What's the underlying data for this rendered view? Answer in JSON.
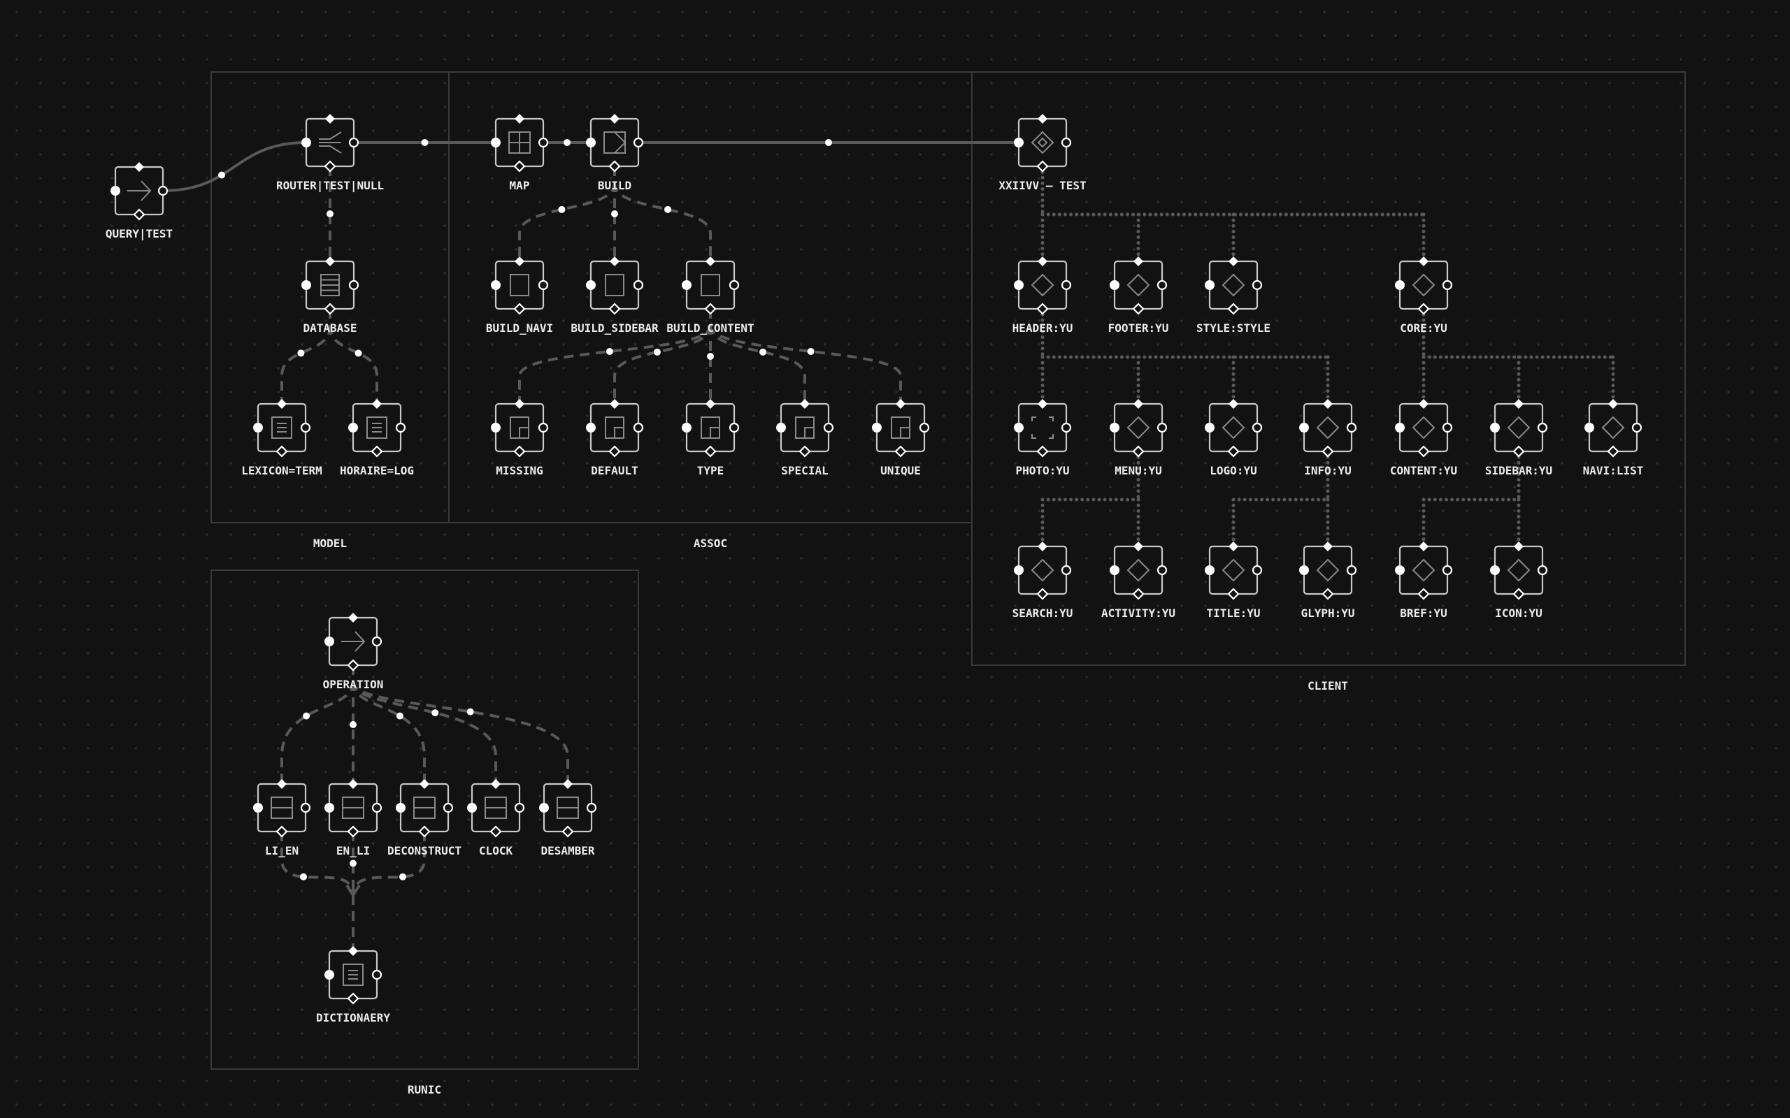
{
  "groups": [
    {
      "id": "model",
      "label": "MODEL"
    },
    {
      "id": "assoc",
      "label": "ASSOC"
    },
    {
      "id": "client",
      "label": "CLIENT"
    },
    {
      "id": "runic",
      "label": "RUNIC"
    }
  ],
  "nodes": [
    {
      "id": "query",
      "label": "QUERY|TEST",
      "icon": "arrow-icon"
    },
    {
      "id": "router",
      "label": "ROUTER|TEST|NULL",
      "icon": "fork-icon"
    },
    {
      "id": "database",
      "label": "DATABASE",
      "icon": "database-icon"
    },
    {
      "id": "lexicon",
      "label": "LEXICON=TERM",
      "icon": "document-icon"
    },
    {
      "id": "horaire",
      "label": "HORAIRE=LOG",
      "icon": "document-icon"
    },
    {
      "id": "map",
      "label": "MAP",
      "icon": "grid-icon"
    },
    {
      "id": "build",
      "label": "BUILD",
      "icon": "build-icon"
    },
    {
      "id": "build_navi",
      "label": "BUILD_NAVI",
      "icon": "square-icon"
    },
    {
      "id": "build_sidebar",
      "label": "BUILD_SIDEBAR",
      "icon": "square-icon"
    },
    {
      "id": "build_content",
      "label": "BUILD_CONTENT",
      "icon": "square-icon"
    },
    {
      "id": "missing",
      "label": "MISSING",
      "icon": "sub-square-icon"
    },
    {
      "id": "default",
      "label": "DEFAULT",
      "icon": "sub-square-icon"
    },
    {
      "id": "type",
      "label": "TYPE",
      "icon": "sub-square-icon"
    },
    {
      "id": "special",
      "label": "SPECIAL",
      "icon": "sub-square-icon"
    },
    {
      "id": "unique",
      "label": "UNIQUE",
      "icon": "sub-square-icon"
    },
    {
      "id": "xxiivv",
      "label": "XXIIVV — TEST",
      "icon": "nested-diamond-icon"
    },
    {
      "id": "header",
      "label": "HEADER:YU",
      "icon": "diamond-icon"
    },
    {
      "id": "footer",
      "label": "FOOTER:YU",
      "icon": "diamond-icon"
    },
    {
      "id": "style",
      "label": "STYLE:STYLE",
      "icon": "diamond-icon"
    },
    {
      "id": "core",
      "label": "CORE:YU",
      "icon": "diamond-icon"
    },
    {
      "id": "photo",
      "label": "PHOTO:YU",
      "icon": "frame-icon"
    },
    {
      "id": "menu",
      "label": "MENU:YU",
      "icon": "diamond-icon"
    },
    {
      "id": "logo",
      "label": "LOGO:YU",
      "icon": "diamond-icon"
    },
    {
      "id": "info",
      "label": "INFO:YU",
      "icon": "diamond-icon"
    },
    {
      "id": "content",
      "label": "CONTENT:YU",
      "icon": "diamond-icon"
    },
    {
      "id": "sidebar",
      "label": "SIDEBAR:YU",
      "icon": "diamond-icon"
    },
    {
      "id": "navi",
      "label": "NAVI:LIST",
      "icon": "diamond-icon"
    },
    {
      "id": "search",
      "label": "SEARCH:YU",
      "icon": "diamond-icon"
    },
    {
      "id": "activity",
      "label": "ACTIVITY:YU",
      "icon": "diamond-icon"
    },
    {
      "id": "title",
      "label": "TITLE:YU",
      "icon": "diamond-icon"
    },
    {
      "id": "glyph",
      "label": "GLYPH:YU",
      "icon": "diamond-icon"
    },
    {
      "id": "bref",
      "label": "BREF:YU",
      "icon": "diamond-icon"
    },
    {
      "id": "icon",
      "label": "ICON:YU",
      "icon": "diamond-icon"
    },
    {
      "id": "operation",
      "label": "OPERATION",
      "icon": "arrow-icon"
    },
    {
      "id": "li_en",
      "label": "LI_EN",
      "icon": "split-icon"
    },
    {
      "id": "en_li",
      "label": "EN_LI",
      "icon": "split-icon"
    },
    {
      "id": "deconstruct",
      "label": "DECONSTRUCT",
      "icon": "split-icon"
    },
    {
      "id": "clock",
      "label": "CLOCK",
      "icon": "split-icon"
    },
    {
      "id": "desamber",
      "label": "DESAMBER",
      "icon": "split-icon"
    },
    {
      "id": "dictionaery",
      "label": "DICTIONAERY",
      "icon": "document-icon"
    }
  ],
  "edges": {
    "flow": [
      [
        "query",
        "router"
      ],
      [
        "router",
        "map"
      ],
      [
        "map",
        "build"
      ],
      [
        "build",
        "xxiivv"
      ]
    ],
    "children": [
      [
        "router",
        "database"
      ],
      [
        "database",
        "lexicon"
      ],
      [
        "database",
        "horaire"
      ],
      [
        "build",
        "build_navi"
      ],
      [
        "build",
        "build_sidebar"
      ],
      [
        "build",
        "build_content"
      ],
      [
        "build_content",
        "missing"
      ],
      [
        "build_content",
        "default"
      ],
      [
        "build_content",
        "type"
      ],
      [
        "build_content",
        "special"
      ],
      [
        "build_content",
        "unique"
      ],
      [
        "operation",
        "li_en"
      ],
      [
        "operation",
        "en_li"
      ],
      [
        "operation",
        "deconstruct"
      ],
      [
        "operation",
        "clock"
      ],
      [
        "operation",
        "desamber"
      ]
    ],
    "merge": {
      "target": "dictionaery",
      "sources": [
        "li_en",
        "en_li",
        "deconstruct"
      ]
    },
    "tree": [
      [
        "xxiivv",
        [
          "header",
          "footer",
          "style",
          "core"
        ]
      ],
      [
        "header",
        [
          "photo",
          "menu",
          "logo",
          "info"
        ]
      ],
      [
        "core",
        [
          "content",
          "sidebar",
          "navi"
        ]
      ],
      [
        "menu",
        [
          "search",
          "activity"
        ]
      ],
      [
        "info",
        [
          "title",
          "glyph"
        ]
      ],
      [
        "sidebar",
        [
          "bref",
          "icon"
        ]
      ]
    ]
  }
}
